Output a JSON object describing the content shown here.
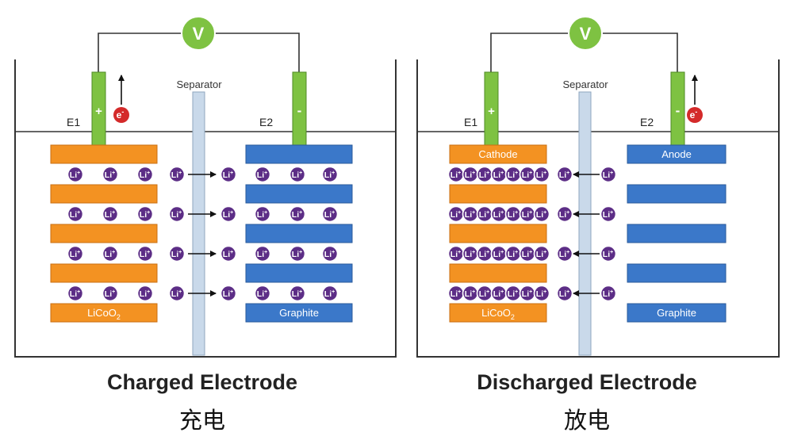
{
  "panels": [
    {
      "key": "charged",
      "voltmeter": "V",
      "separator": "Separator",
      "e1": "E1",
      "e2": "E2",
      "plus": "+",
      "minus": "-",
      "electron": "e",
      "electron_sup": "-",
      "ion": "Li",
      "ion_sup": "+",
      "cathode_top_label": "",
      "cathode_bottom_label": "LiCoO",
      "cathode_bottom_sub": "2",
      "anode_top_label": "",
      "anode_bottom_label": "Graphite",
      "caption": "Charged Electrode",
      "subcaption": "充电"
    },
    {
      "key": "discharged",
      "voltmeter": "V",
      "separator": "Separator",
      "e1": "E1",
      "e2": "E2",
      "plus": "+",
      "minus": "-",
      "electron": "e",
      "electron_sup": "-",
      "ion": "Li",
      "ion_sup": "+",
      "cathode_top_label": "Cathode",
      "cathode_bottom_label": "LiCoO",
      "cathode_bottom_sub": "2",
      "anode_top_label": "Anode",
      "anode_bottom_label": "Graphite",
      "caption": "Discharged Electrode",
      "subcaption": "放电"
    }
  ],
  "colors": {
    "cathode": "#f39222",
    "anode": "#3b78c9",
    "electrode_tab": "#7ec242",
    "voltmeter": "#7ec242",
    "ion": "#5c2d86",
    "electron": "#d42a2a",
    "separator": "#c9d9ea",
    "outline": "#333333"
  }
}
